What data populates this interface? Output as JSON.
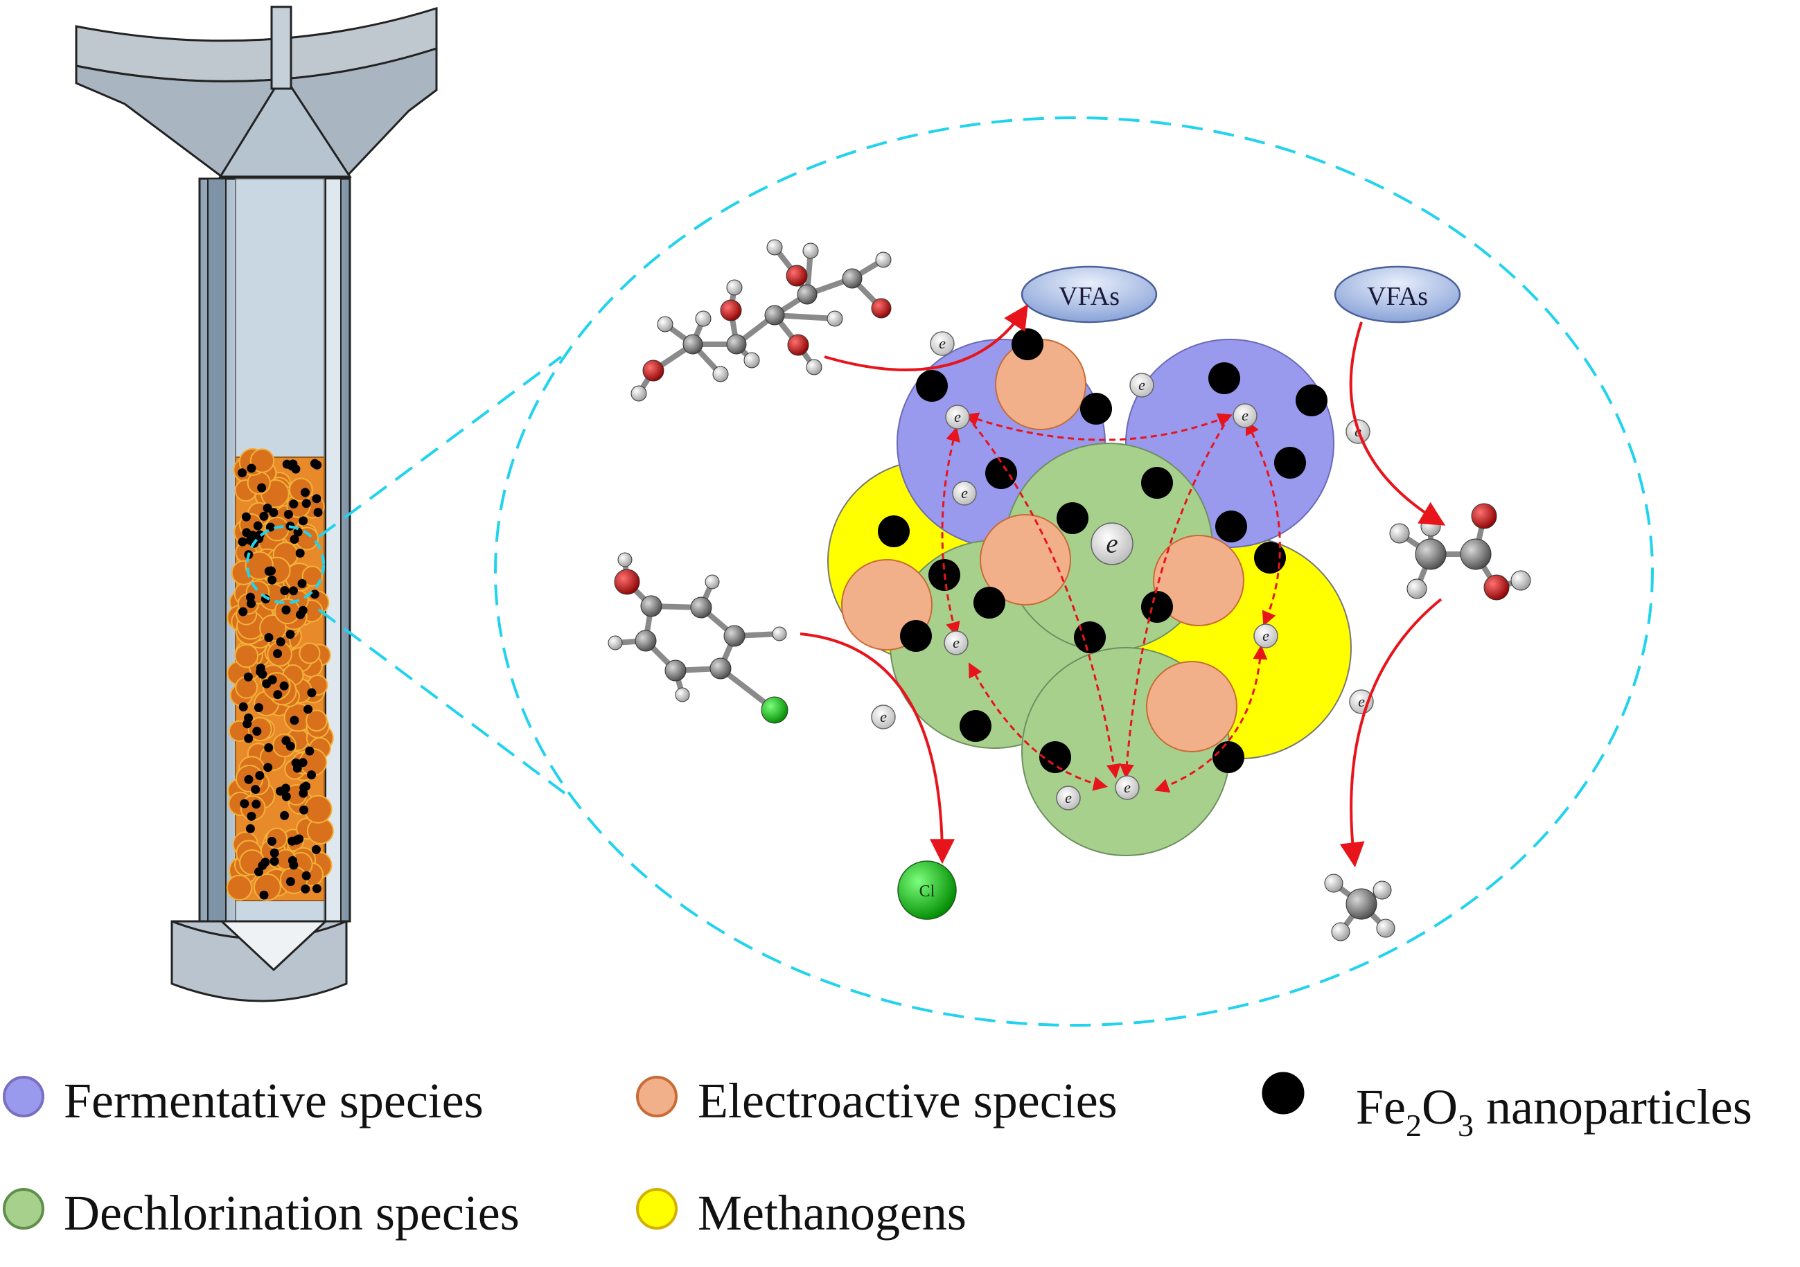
{
  "labels": {
    "vfas_left": "VFAs",
    "vfas_right": "VFAs",
    "electron": "e",
    "chlorine_atom": "Cl"
  },
  "legend": [
    {
      "key": "fermentative",
      "label": "Fermentative species",
      "color": "#9999ee",
      "border": "#7a6fc0"
    },
    {
      "key": "electroactive",
      "label": "Electroactive species",
      "color": "#f2b08a",
      "border": "#c86b35"
    },
    {
      "key": "fe2o3",
      "label_parts": [
        "Fe",
        "2",
        "O",
        "3",
        " nanoparticles"
      ],
      "color": "#000000",
      "border": "#000000"
    },
    {
      "key": "dechlorination",
      "label": "Dechlorination species",
      "color": "#a8d08d",
      "border": "#5f8f4a"
    },
    {
      "key": "methanogens",
      "label": "Methanogens",
      "color": "#ffff00",
      "border": "#d4b000"
    }
  ],
  "colors": {
    "fermentative": "#9999ee",
    "electroactive": "#f2b08a",
    "dechlorination": "#a8d08d",
    "methanogens": "#ffff00",
    "nanoparticle": "#000000",
    "arrow": "#e8141b",
    "callout": "#22d3ee",
    "reactor_body": "#b8c8d6",
    "packing": "#e07b20"
  }
}
